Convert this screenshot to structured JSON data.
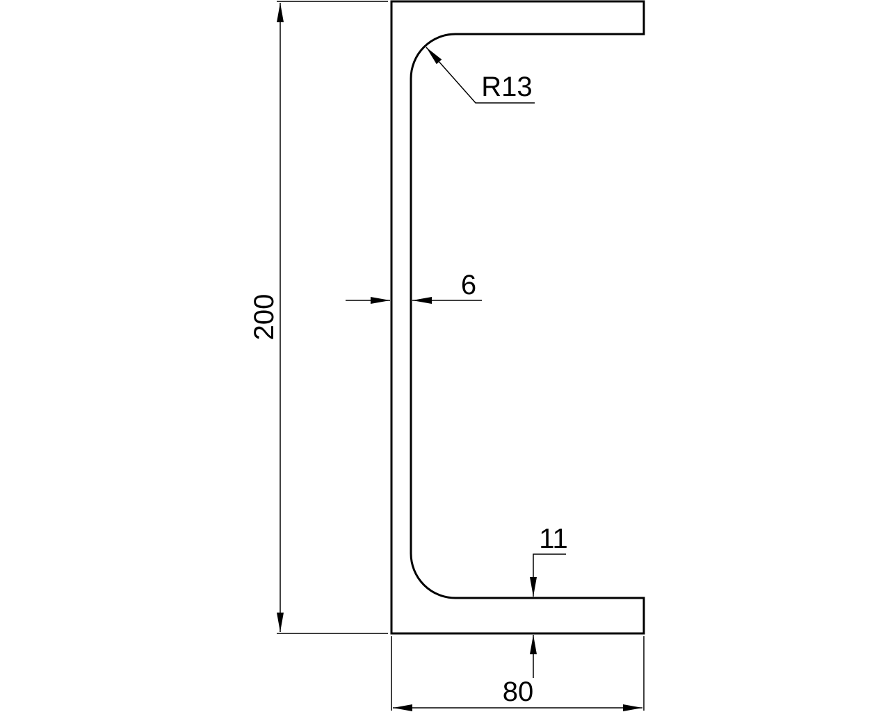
{
  "drawing": {
    "type": "C-channel cross section",
    "dimensions": {
      "height": "200",
      "width": "80",
      "web_thickness": "6",
      "flange_thickness": "11",
      "fillet_radius": "R13"
    },
    "line_color": "#000000",
    "background": "#ffffff"
  }
}
